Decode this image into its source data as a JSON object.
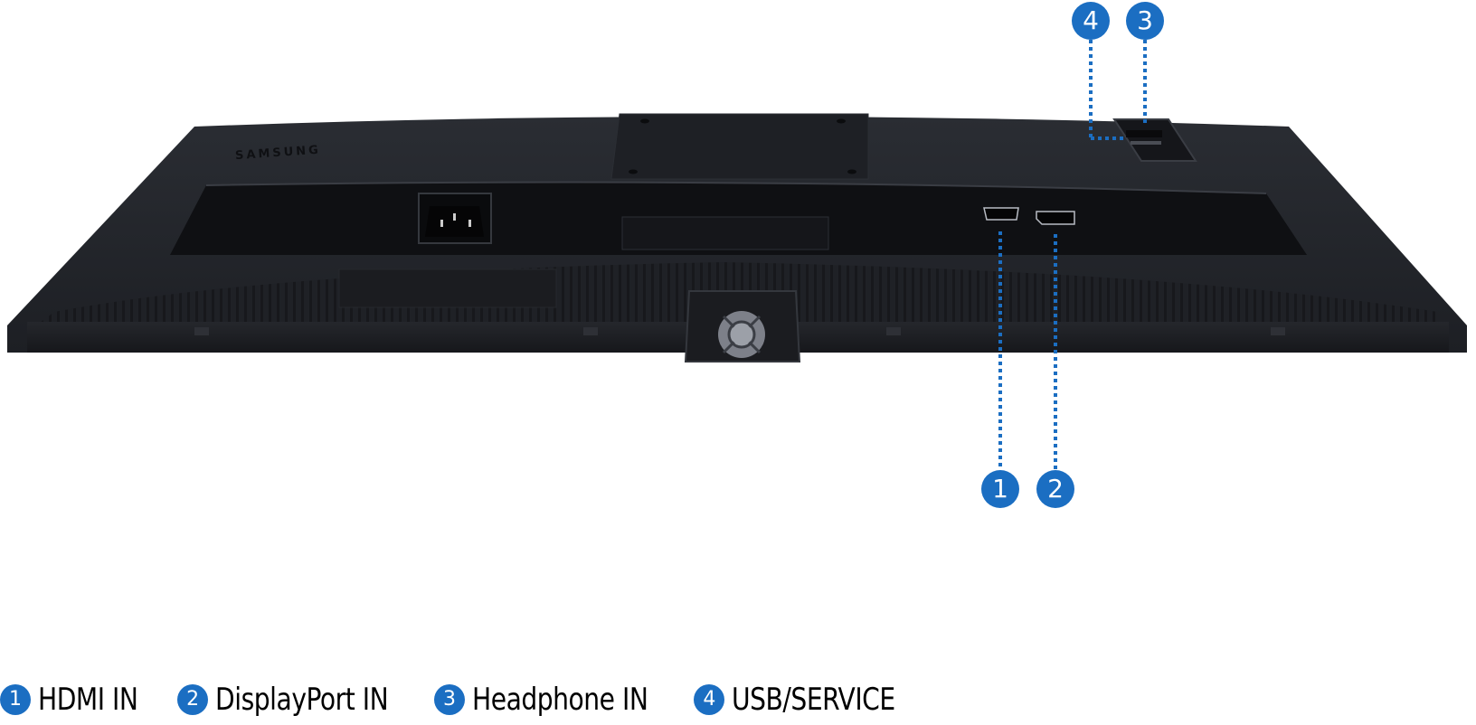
{
  "figure": {
    "subject": "Monitor rear/bottom view with labeled ports",
    "brand_mark": "SAMSUNG",
    "accent_color": "#1b6ec2",
    "body_color": "#1e2025"
  },
  "callouts": [
    {
      "number": "1",
      "label": "HDMI IN"
    },
    {
      "number": "2",
      "label": "DisplayPort IN"
    },
    {
      "number": "3",
      "label": "Headphone IN"
    },
    {
      "number": "4",
      "label": "USB/SERVICE"
    }
  ],
  "legend": [
    {
      "number": "1",
      "label": "HDMI IN"
    },
    {
      "number": "2",
      "label": "DisplayPort IN"
    },
    {
      "number": "3",
      "label": "Headphone IN"
    },
    {
      "number": "4",
      "label": "USB/SERVICE"
    }
  ]
}
